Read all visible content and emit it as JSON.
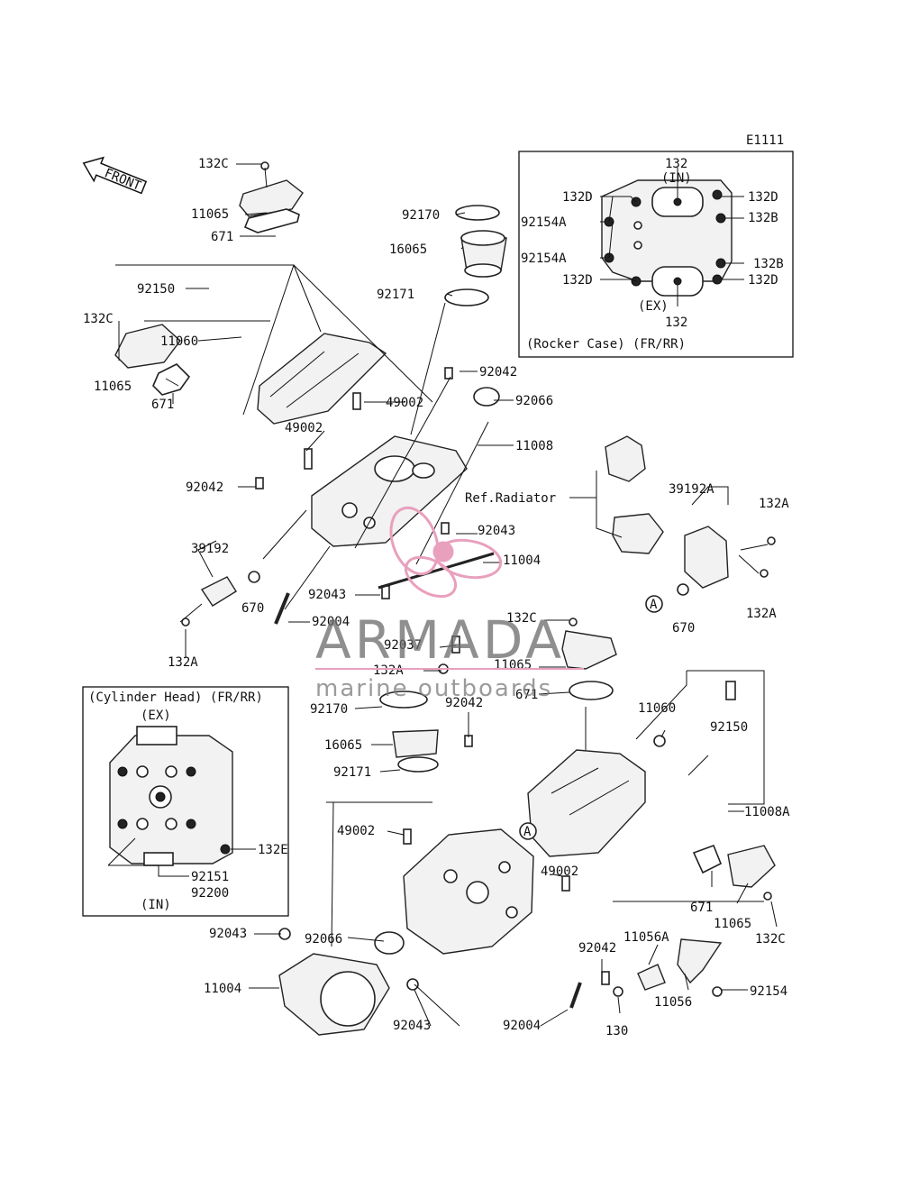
{
  "diagram_id": "E1111",
  "front_label": "FRONT",
  "rocker_case_box": {
    "title": "(Rocker Case) (FR/RR)",
    "in_label": "(IN)",
    "ex_label": "(EX)",
    "parts": [
      "132",
      "132",
      "132D",
      "132D",
      "132D",
      "132D",
      "132B",
      "132B",
      "92154A",
      "92154A"
    ]
  },
  "cylinder_head_box": {
    "title": "(Cylinder Head) (FR/RR)",
    "ex_label": "(EX)",
    "in_label": "(IN)",
    "parts": [
      "132E",
      "92151",
      "92200"
    ]
  },
  "ref_radiator": "Ref.Radiator",
  "callout_a": "A",
  "watermark": {
    "brand": "ARMADA",
    "tagline": "marine outboards",
    "color": "#e8a0bd"
  },
  "labels": {
    "l01": "132C",
    "l02": "11065",
    "l03": "671",
    "l04": "92150",
    "l05": "132C",
    "l06": "11060",
    "l07": "11065",
    "l08": "671",
    "l09": "92170",
    "l10": "16065",
    "l11": "92171",
    "l12": "92042",
    "l13": "49002",
    "l14": "92066",
    "l15": "49002",
    "l16": "11008",
    "l17": "92042",
    "l18": "39192A",
    "l19": "132A",
    "l20": "92043",
    "l21": "39192",
    "l22": "11004",
    "l23": "670",
    "l24": "92043",
    "l25": "132A",
    "l26": "92004",
    "l27": "670",
    "l28": "132A",
    "l29": "132C",
    "l30": "92037",
    "l31": "132A",
    "l32": "11065",
    "l33": "671",
    "l34": "92170",
    "l35": "92042",
    "l36": "11060",
    "l37": "92150",
    "l38": "16065",
    "l39": "92171",
    "l40": "11008A",
    "l41": "49002",
    "l42": "49002",
    "l43": "671",
    "l44": "11065",
    "l45": "132C",
    "l46": "92043",
    "l47": "92066",
    "l48": "92042",
    "l49": "11056A",
    "l50": "11004",
    "l51": "92154",
    "l52": "92004",
    "l53": "11056",
    "l54": "130",
    "l55": "92043"
  }
}
